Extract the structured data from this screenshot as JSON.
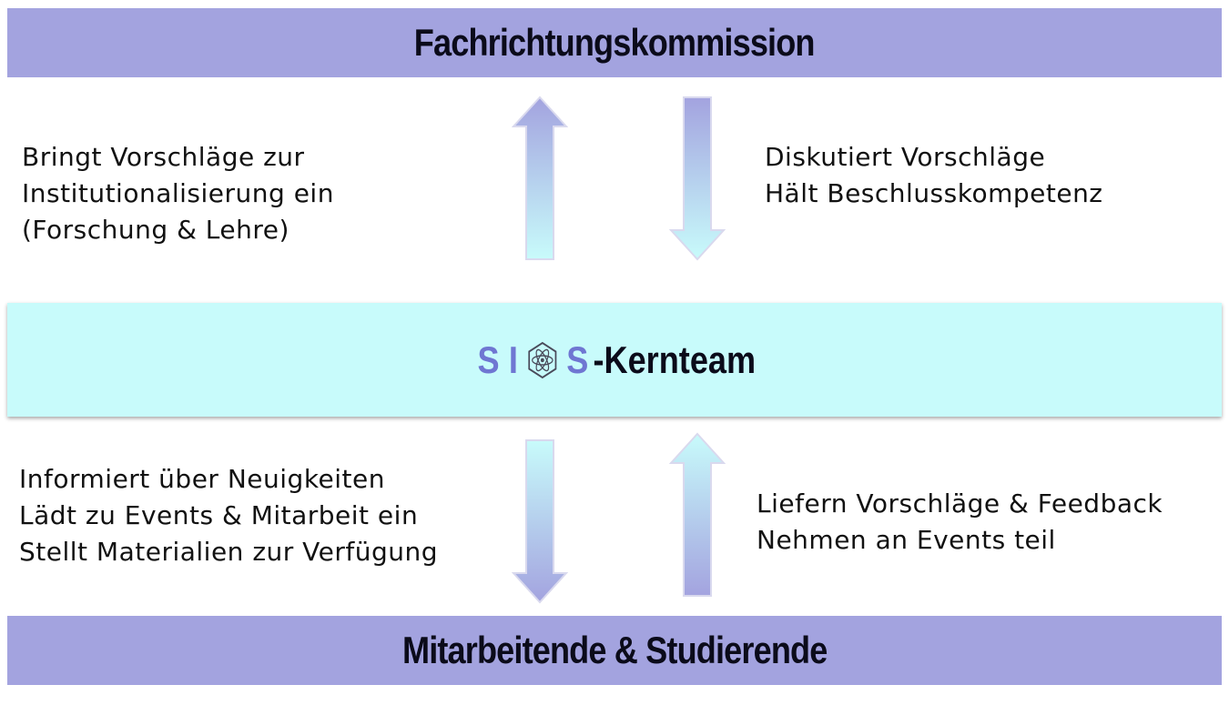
{
  "top_node": {
    "label": "Fachrichtungskommission"
  },
  "middle_node": {
    "logo_letters": [
      "S",
      "I",
      "S"
    ],
    "logo_icon": "atom-hexagon-icon",
    "suffix": "-Kernteam"
  },
  "bottom_node": {
    "label": "Mitarbeitende & Studierende"
  },
  "upper_left_text": [
    "Bringt Vorschläge zur",
    "Institutionalisierung ein",
    "(Forschung & Lehre)"
  ],
  "upper_right_text": [
    "Diskutiert Vorschläge",
    "Hält Beschlusskompetenz"
  ],
  "lower_left_text": [
    "Informiert über Neuigkeiten",
    "Lädt zu Events & Mitarbeit ein",
    "Stellt Materialien zur Verfügung"
  ],
  "lower_right_text": [
    "Liefern Vorschläge & Feedback",
    "Nehmen an Events teil"
  ],
  "arrows": [
    {
      "id": "upper-left",
      "direction": "up",
      "from": "middle",
      "to": "top"
    },
    {
      "id": "upper-right",
      "direction": "down",
      "from": "top",
      "to": "middle"
    },
    {
      "id": "lower-left",
      "direction": "down",
      "from": "middle",
      "to": "bottom"
    },
    {
      "id": "lower-right",
      "direction": "up",
      "from": "bottom",
      "to": "middle"
    }
  ],
  "colors": {
    "band_purple": "#a3a3df",
    "band_cyan": "#c8fbfb",
    "logo_accent": "#6f76d2",
    "arrow_purple": "#a3a3df",
    "arrow_cyan": "#c8fbfb"
  }
}
